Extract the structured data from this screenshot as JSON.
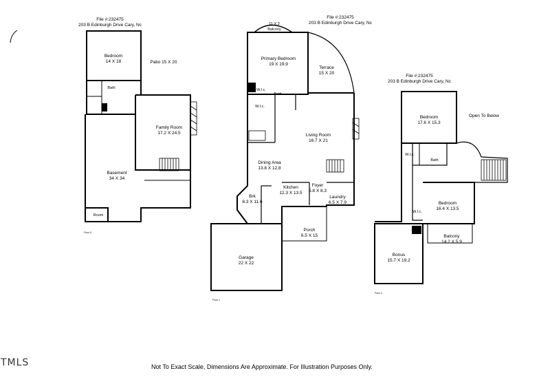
{
  "headers": [
    {
      "file": "File #:232475",
      "address": "203 B Edinburgh Drive Cary, Nc"
    },
    {
      "file": "File #:232475",
      "address": "203 B Edinburgh Drive Cary, Nc"
    },
    {
      "file": "File #:232475",
      "address": "203 B Edinburgh Drive Cary, Nc"
    }
  ],
  "basement": {
    "bedroom": {
      "name": "Bedroom",
      "dim": "14 X 18"
    },
    "patio": {
      "name": "Patio 15 X 20"
    },
    "bath": {
      "name": "Bath"
    },
    "family_room": {
      "name": "Family Room",
      "dim": "17.2 X 24.5"
    },
    "basement": {
      "name": "Basement",
      "dim": "34 X 34"
    },
    "room": {
      "name": "Room"
    },
    "floor_label": "Floor 0"
  },
  "main": {
    "balcony": {
      "dim": "11 X 3",
      "name": "Balcony"
    },
    "primary_bedroom": {
      "name": "Primary Bedroom",
      "dim": "19 X 19.9"
    },
    "terrace": {
      "name": "Terrace",
      "dim": "15 X 20"
    },
    "wic1": {
      "name": "W.I.c."
    },
    "bath": {
      "name": "Bath"
    },
    "wic2": {
      "name": "W.I.c."
    },
    "living_room": {
      "name": "Living Room",
      "dim": "16.7 X 21"
    },
    "dining_area": {
      "name": "Dining Area",
      "dim": "13.8 X 12.8"
    },
    "brk": {
      "name": "Brk",
      "dim": "8.3 X 11.6"
    },
    "kitchen": {
      "name": "Kitchen",
      "dim": "12.3 X 13.5"
    },
    "foyer": {
      "name": "Foyer",
      "dim": "5.8 X 8.3"
    },
    "laundry": {
      "name": "Laundry",
      "dim": "6.5 X 7.9"
    },
    "porch": {
      "name": "Porch",
      "dim": "6.5 X 15"
    },
    "garage": {
      "name": "Garage",
      "dim": "22 X 22"
    },
    "floor_label": "Floor 1"
  },
  "upper": {
    "bedroom1": {
      "name": "Bedroom",
      "dim": "17.6 X 15.3"
    },
    "open_below": {
      "name": "Open To Below"
    },
    "wic1": {
      "name": "W.I.c."
    },
    "bath": {
      "name": "Bath"
    },
    "bedroom2": {
      "name": "Bedroom",
      "dim": "16.4 X 13.5"
    },
    "wic2": {
      "name": "W.I.c."
    },
    "balcony": {
      "name": "Balcony",
      "dim": "14.2 X 5.9"
    },
    "bonus": {
      "name": "Bonus",
      "dim": "15.7 X 19.2"
    },
    "floor_label": "Floor 2"
  },
  "disclaimer": "Not To Exact Scale, Dimensions Are Approximate. For Illustration Purposes Only.",
  "logo": "TMLS"
}
